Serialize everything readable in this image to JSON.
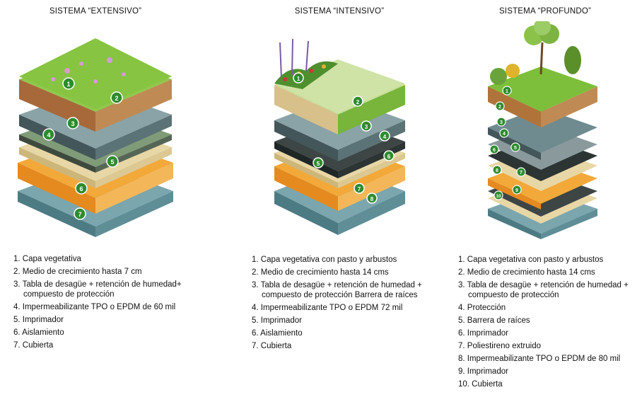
{
  "columns": [
    {
      "title": "SISTEMA “EXTENSIVO”",
      "legend": [
        {
          "text": "1. Capa vegetativa"
        },
        {
          "text": "2. Medio de crecimiento hasta 7 cm"
        },
        {
          "text": "3. Tabla de desagüe + retención de humedad+",
          "cont": "compuesto de protección"
        },
        {
          "text": "4. Impermeabilizante TPO o EPDM de 60 mil"
        },
        {
          "text": "5. Imprimador"
        },
        {
          "text": "6. Aislamiento"
        },
        {
          "text": "7. Cubierta"
        }
      ]
    },
    {
      "title": "SISTEMA “INTENSIVO”",
      "legend": [
        {
          "text": "1. Capa vegetativa con pasto y arbustos"
        },
        {
          "text": "2. Medio de crecimiento hasta 14 cms"
        },
        {
          "text": "3. Tabla de desagüe + retención de humedad +",
          "cont": "compuesto de protección Barrera de raíces"
        },
        {
          "text": "4. Impermeabilizante TPO o EPDM  72 mil"
        },
        {
          "text": "5. Imprimador"
        },
        {
          "text": "6. Aislamiento"
        },
        {
          "text": "7. Cubierta"
        }
      ]
    },
    {
      "title": "SISTEMA “PROFUNDO”",
      "legend": [
        {
          "text": "1. Capa vegetativa con pasto y arbustos"
        },
        {
          "text": "2. Medio de crecimiento hasta 14 cms"
        },
        {
          "text": "3. Tabla de desagüe + retención de humedad +",
          "cont": "compuesto de protección"
        },
        {
          "text": "4. Protección"
        },
        {
          "text": "5. Barrera de raíces"
        },
        {
          "text": "6. Imprimador"
        },
        {
          "text": "7. Poliestireno extruido"
        },
        {
          "text": "8. Impermeabilizante TPO o EPDM de 80 mil"
        },
        {
          "text": "9. Imprimador"
        },
        {
          "text": "10. Cubierta"
        }
      ]
    }
  ],
  "badges": {
    "extensivo": [
      "1",
      "2",
      "3",
      "4",
      "5",
      "6",
      "7"
    ],
    "intensivo": [
      "1",
      "2",
      "3",
      "4",
      "5",
      "6",
      "7",
      "8"
    ],
    "profundo": [
      "1",
      "2",
      "3",
      "4",
      "5",
      "6",
      "7",
      "8",
      "9",
      "10"
    ]
  },
  "colors": {
    "grass": "#7dbf3a",
    "soil": "#b0743a",
    "drain": "#5f7f86",
    "membrane": "#2f3a3a",
    "primer": "#d9c38a",
    "insulation": "#f0a030",
    "deck": "#6f9aa3",
    "badge": "#2e8b2e"
  }
}
